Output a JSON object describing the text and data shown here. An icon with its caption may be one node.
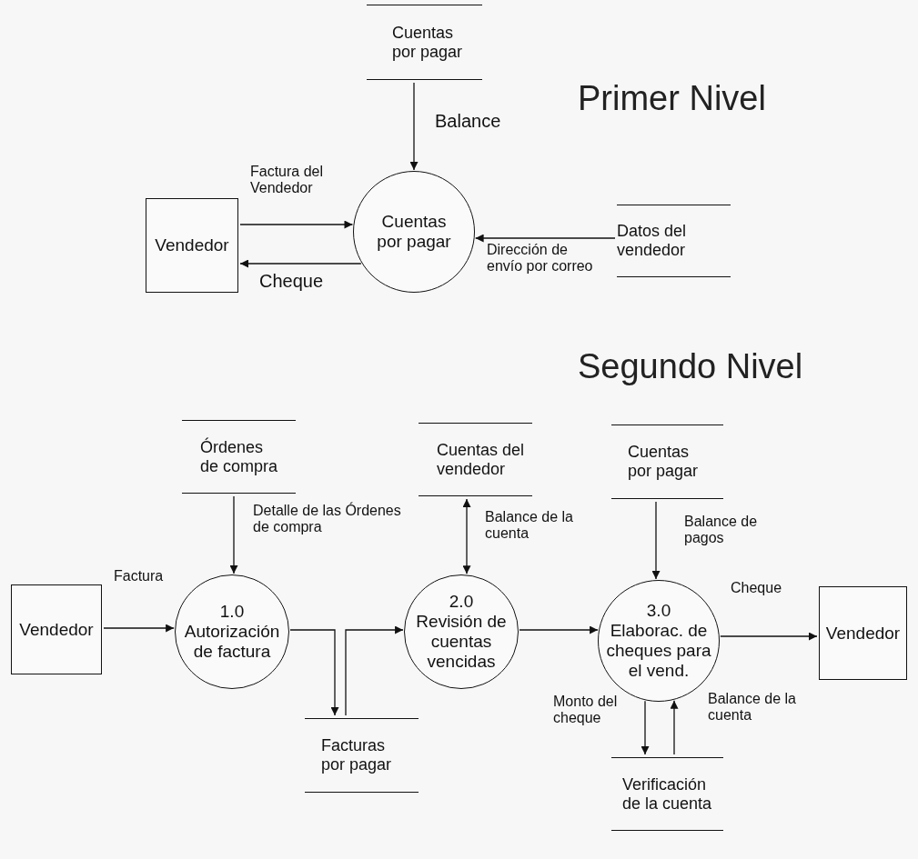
{
  "diagram": {
    "nodes": [
      {
        "text": [
          "Cuentas por pagar"
        ]
      },
      {
        "text": [
          "Vendedor"
        ]
      },
      {
        "text": [
          "Cuentas por pagar"
        ]
      },
      {
        "text": [
          "Datos del vendedor"
        ]
      },
      {
        "text": [
          "Órdenes de compra"
        ]
      },
      {
        "text": [
          "Vendedor"
        ]
      },
      {
        "text": [
          "1.0",
          "Autorización de factura"
        ]
      },
      {
        "text": [
          "Cuentas del vendedor"
        ]
      },
      {
        "text": [
          "2.0",
          "Revisión de cuentas vencidas"
        ]
      },
      {
        "text": [
          "Cuentas por pagar"
        ]
      },
      {
        "text": [
          "3.0",
          "Elaborac. de cheques para el vend."
        ]
      },
      {
        "text": [
          "Vendedor"
        ]
      },
      {
        "text": [
          "Facturas por pagar"
        ]
      },
      {
        "text": [
          "Verificación de la cuenta"
        ]
      }
    ],
    "edges": [
      {
        "from": 0,
        "to": 2,
        "arrow": "to",
        "label": "Balance"
      },
      {
        "from": 1,
        "to": 2,
        "arrow": "to",
        "label": "Factura del Vendedor"
      },
      {
        "from": 2,
        "to": 1,
        "arrow": "to",
        "label": "Cheque"
      },
      {
        "from": 3,
        "to": 2,
        "arrow": "to",
        "label": "Dirección de envío por correo"
      },
      {
        "from": 4,
        "to": 6,
        "arrow": "to",
        "label": "Detalle de las Órdenes de compra"
      },
      {
        "from": 5,
        "to": 6,
        "arrow": "to",
        "label": "Factura"
      },
      {
        "from": 6,
        "to": 12,
        "arrow": "to"
      },
      {
        "from": 12,
        "to": 8,
        "arrow": "to"
      },
      {
        "from": 7,
        "to": 8,
        "arrow": "both",
        "label": "Balance de la cuenta"
      },
      {
        "from": 8,
        "to": 10,
        "arrow": "to"
      },
      {
        "from": 9,
        "to": 10,
        "arrow": "to",
        "label": "Balance de pagos"
      },
      {
        "from": 10,
        "to": 11,
        "arrow": "to",
        "label": "Cheque"
      },
      {
        "from": 10,
        "to": 13,
        "arrow": "to",
        "label": "Monto del cheque"
      },
      {
        "from": 13,
        "to": 10,
        "arrow": "to",
        "label": "Balance de la cuenta"
      }
    ],
    "labels": [
      "Primer Nivel",
      "Segundo Nivel"
    ]
  }
}
